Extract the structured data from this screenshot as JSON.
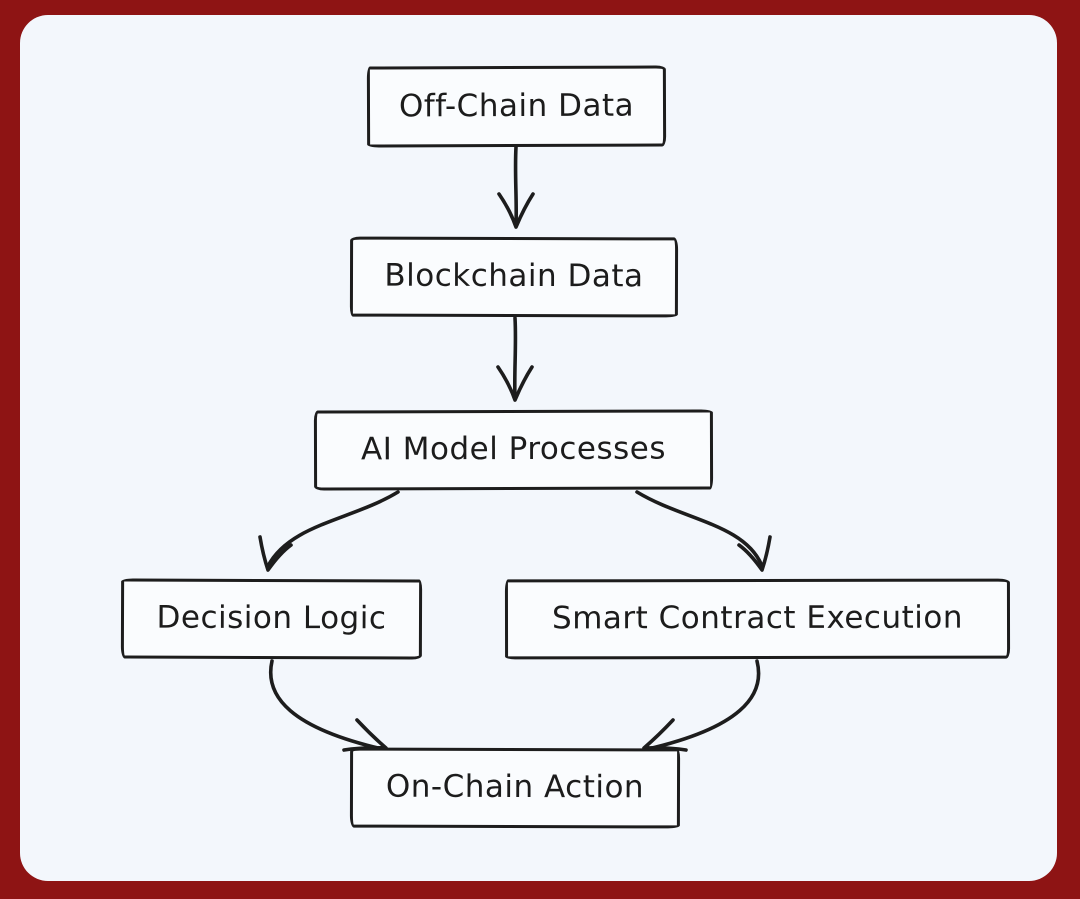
{
  "diagram": {
    "nodes": [
      {
        "id": "off-chain-data",
        "label": "Off-Chain Data"
      },
      {
        "id": "blockchain-data",
        "label": "Blockchain Data"
      },
      {
        "id": "ai-model-processes",
        "label": "AI Model Processes"
      },
      {
        "id": "decision-logic",
        "label": "Decision Logic"
      },
      {
        "id": "smart-contract-execution",
        "label": "Smart Contract Execution"
      },
      {
        "id": "on-chain-action",
        "label": "On-Chain Action"
      }
    ],
    "edges": [
      {
        "from": "off-chain-data",
        "to": "blockchain-data"
      },
      {
        "from": "blockchain-data",
        "to": "ai-model-processes"
      },
      {
        "from": "ai-model-processes",
        "to": "decision-logic"
      },
      {
        "from": "ai-model-processes",
        "to": "smart-contract-execution"
      },
      {
        "from": "decision-logic",
        "to": "on-chain-action"
      },
      {
        "from": "smart-contract-execution",
        "to": "on-chain-action"
      }
    ],
    "colors": {
      "frame": "#8e1414",
      "panel_background": "#f3f7fc",
      "node_fill": "#fafcfe",
      "stroke": "#1d1d1d"
    }
  }
}
